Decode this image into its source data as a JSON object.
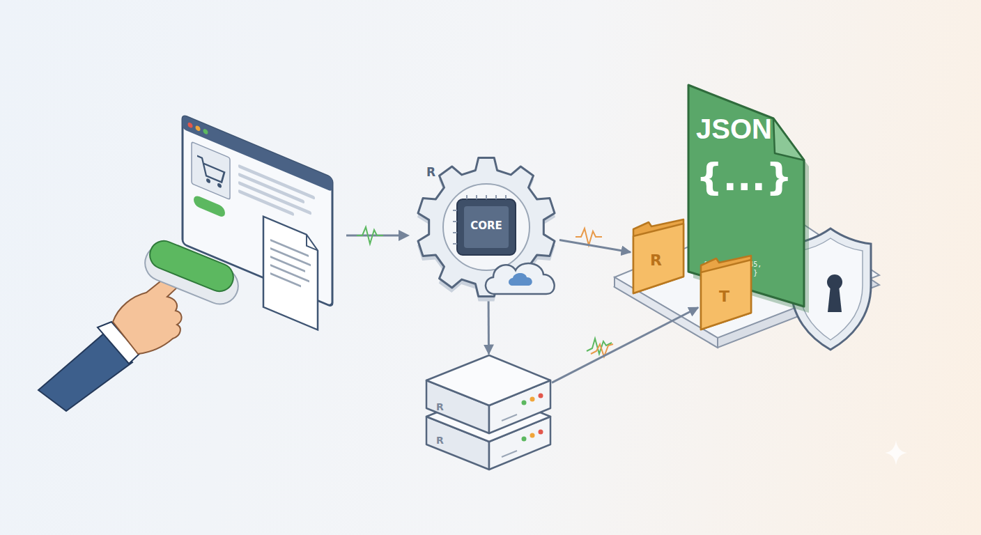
{
  "diagram": {
    "nodes": [
      {
        "text": [
          "R",
          "CORE"
        ]
      },
      {
        "text": [
          "R",
          "R"
        ]
      },
      {
        "text": [
          "JSON",
          "{...}",
          "{ \"id\": 12345, \"data\": ... }"
        ]
      },
      {
        "text": [
          "R"
        ]
      },
      {
        "text": [
          "T"
        ]
      }
    ],
    "edges": [
      {
        "from": 0,
        "to": 3,
        "arrow": "to"
      },
      {
        "from": 0,
        "to": 1,
        "arrow": "to"
      },
      {
        "from": 1,
        "to": 4,
        "arrow": "to"
      }
    ]
  }
}
